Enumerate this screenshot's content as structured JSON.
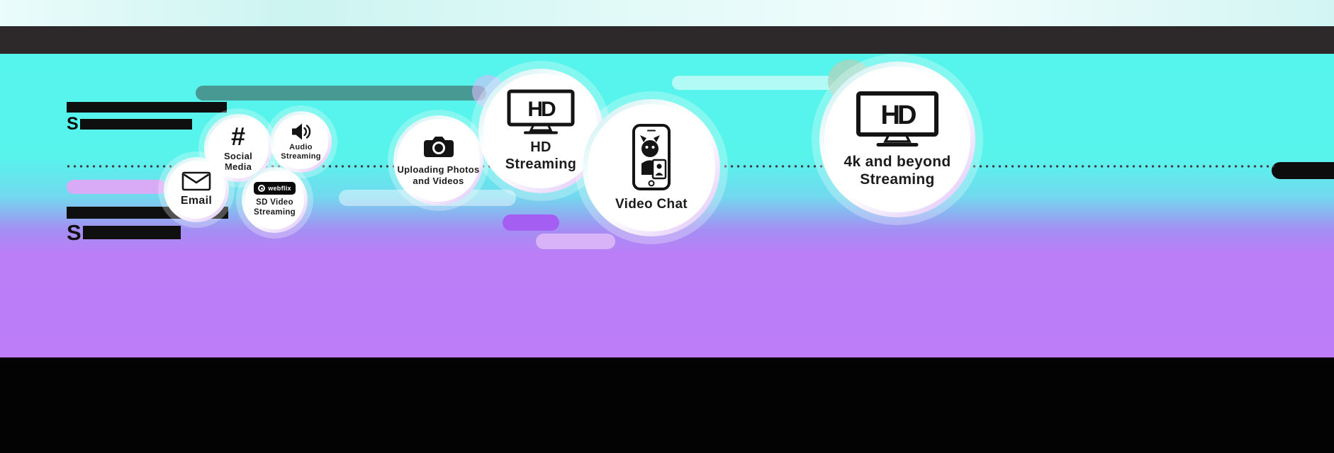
{
  "headings": [
    {
      "visible_text": "S"
    },
    {
      "visible_text": "S"
    }
  ],
  "bubbles": [
    {
      "name": "Email",
      "icon": "envelope-icon",
      "lines": [
        "Email"
      ]
    },
    {
      "name": "Social Media",
      "icon": "hashtag-icon",
      "icon_text": "#",
      "lines": [
        "Social",
        "Media"
      ]
    },
    {
      "name": "Audio Streaming",
      "icon": "speaker-icon",
      "lines": [
        "Audio",
        "Streaming"
      ]
    },
    {
      "name": "SD Video Streaming",
      "icon": "webflix-logo-icon",
      "logo_text": "webflix",
      "lines": [
        "SD Video",
        "Streaming"
      ]
    },
    {
      "name": "Uploading Photos and Videos",
      "icon": "camera-icon",
      "lines": [
        "Uploading Photos",
        "and Videos"
      ]
    },
    {
      "name": "HD Streaming",
      "icon": "hd-tv-icon",
      "icon_text": "HD",
      "lines": [
        "HD",
        "Streaming"
      ]
    },
    {
      "name": "Video Chat",
      "icon": "video-chat-phone-icon",
      "lines": [
        "Video Chat"
      ]
    },
    {
      "name": "4k and beyond Streaming",
      "icon": "hd-tv-icon",
      "icon_text": "HD",
      "lines": [
        "4k and beyond",
        "Streaming"
      ]
    }
  ],
  "colors": {
    "cyan_bg": "#57F4EC",
    "purple_bg": "#BD7DF8",
    "top_dark_bar": "#2D292B",
    "bottom_bar": "#030303",
    "ring_cyan": "#C6EEF0",
    "ring_purple": "#E0C6F9"
  }
}
